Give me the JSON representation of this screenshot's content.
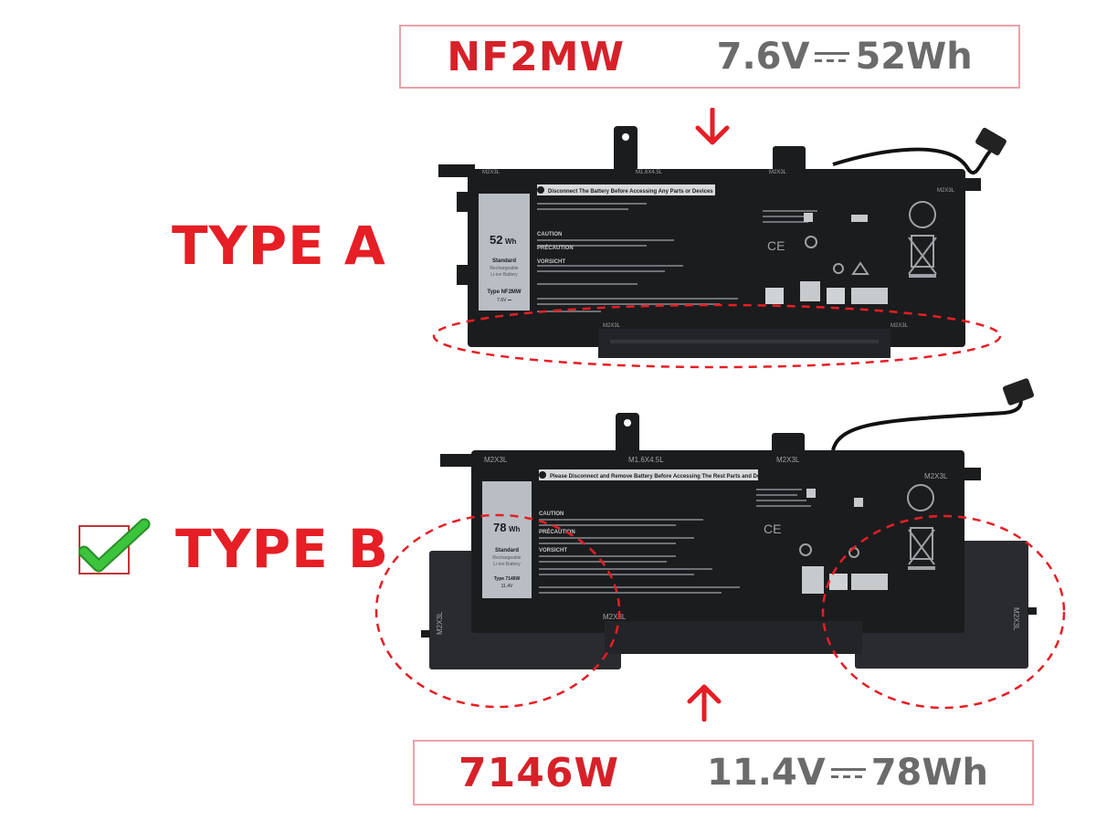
{
  "top_spec": {
    "model": "NF2MW",
    "voltage": "7.6V",
    "capacity": "52Wh"
  },
  "bottom_spec": {
    "model": "7146W",
    "voltage": "11.4V",
    "capacity": "78Wh"
  },
  "type_a": {
    "label": "TYPE A"
  },
  "type_b": {
    "label": "TYPE B",
    "checked": true
  },
  "battery_a": {
    "warning": "Disconnect The Battery Before Accessing Any Parts or Devices",
    "capacity": "52",
    "capacity_unit": "Wh",
    "kind": "Standard",
    "chemistry_1": "Rechargeable",
    "chemistry_2": "Li-ion Battery",
    "type": "Type NF2MW",
    "voltage": "7.6V ⎓",
    "caution": "CAUTION",
    "precaution": "PRÉCAUTION",
    "vorsicht": "VORSICHT",
    "screw_1": "M2X3L",
    "screw_2": "M1.6X4.5L",
    "screw_3": "M2X3L",
    "screw_4": "M2X3L",
    "screw_5": "M2X3L",
    "screw_6": "M2X3L"
  },
  "battery_b": {
    "warning": "Please Disconnect and Remove Battery Before Accessing The Rest Parts and Devices",
    "capacity": "78",
    "capacity_unit": "Wh",
    "kind": "Standard",
    "chemistry_1": "Rechargeable",
    "chemistry_2": "Li-ion Battery",
    "type": "Type 7146W",
    "voltage": "11.4V",
    "caution": "CAUTION",
    "precaution": "PRÉCAUTION",
    "vorsicht": "VORSICHT",
    "screw_1": "M2X3L",
    "screw_2": "M1.6X4.5L",
    "screw_3": "M2X3L",
    "screw_4": "M2X3L",
    "screw_5": "M2X3L",
    "screw_6": "M2X3L",
    "screw_7": "M2X3L"
  },
  "colors": {
    "accent_red": "#e61e25",
    "box_border": "#e8a2a8",
    "check_green": "#3cc43c",
    "battery_body": "#1b1c1e",
    "label_silver": "#b9bec4"
  }
}
